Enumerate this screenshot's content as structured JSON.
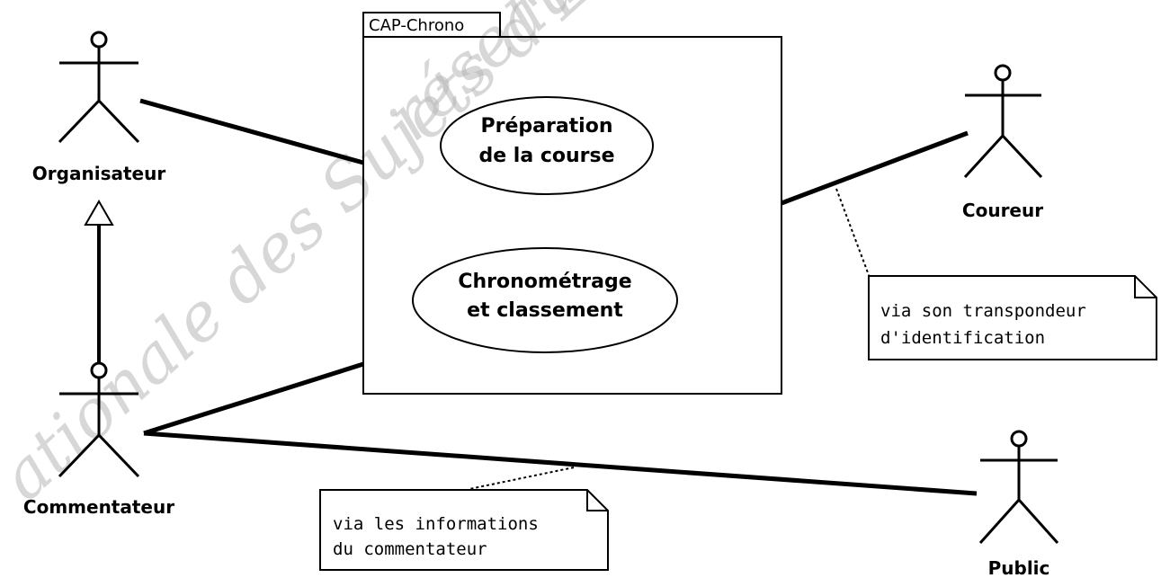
{
  "watermark": {
    "line_1": "ationale des Sujets d'Exa",
    "line_2": "réseau"
  },
  "system": {
    "name": "CAP-Chrono"
  },
  "use_cases": [
    {
      "line_1": "Préparation",
      "line_2": "de la course"
    },
    {
      "line_1": "Chronométrage",
      "line_2": "et classement"
    }
  ],
  "actors": {
    "organisateur": "Organisateur",
    "commentateur": "Commentateur",
    "coureur": "Coureur",
    "public": "Public"
  },
  "notes": {
    "coureur": {
      "line_1": "via son transpondeur",
      "line_2": "d'identification"
    },
    "commentateur": {
      "line_1": "via les informations",
      "line_2": "du commentateur"
    }
  }
}
